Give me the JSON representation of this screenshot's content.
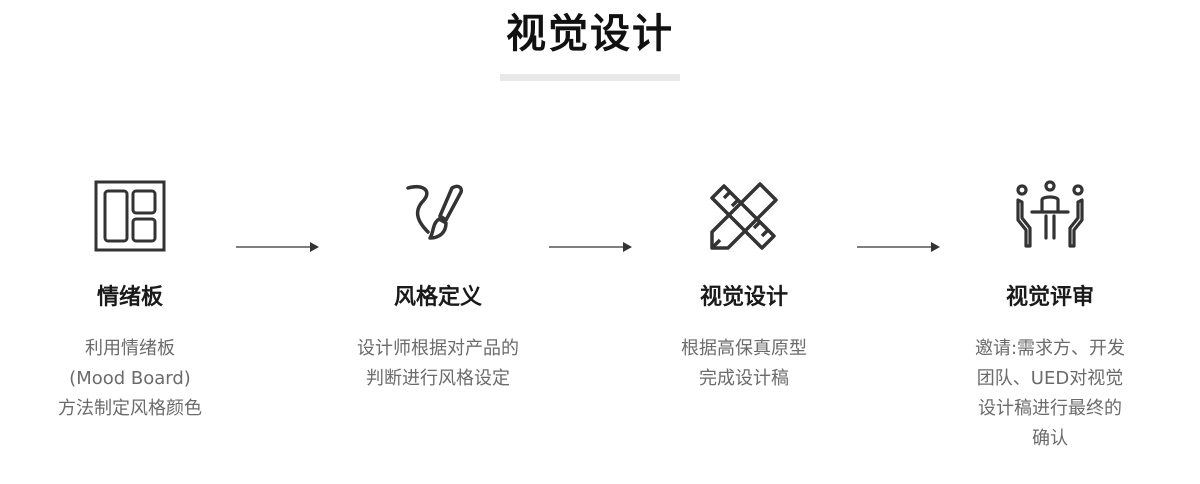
{
  "header": {
    "title": "视觉设计"
  },
  "steps": [
    {
      "icon": "mood-board-icon",
      "name": "情绪板",
      "desc": [
        "利用情绪板",
        "(Mood Board)",
        "方法制定风格颜色"
      ]
    },
    {
      "icon": "paintbrush-icon",
      "name": "风格定义",
      "desc": [
        "设计师根据对产品的",
        "判断进行风格设定"
      ]
    },
    {
      "icon": "pencil-ruler-icon",
      "name": "视觉设计",
      "desc": [
        "根据高保真原型",
        "完成设计稿"
      ]
    },
    {
      "icon": "meeting-review-icon",
      "name": "视觉评审",
      "desc": [
        "邀请:需求方、开发",
        "团队、UED对视觉",
        "设计稿进行最终的",
        "确认"
      ]
    }
  ],
  "colors": {
    "title": "#111111",
    "step_name": "#1a1a1a",
    "desc": "#6b6b6b",
    "icon": "#333333",
    "arrow": "#555555",
    "title_bar": "#e8e8e8"
  }
}
